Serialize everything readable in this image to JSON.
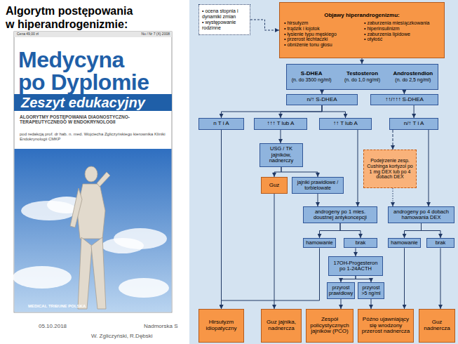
{
  "diagram": {
    "title": "Algorytm postępowania w hiperandrogenizmie:",
    "nodes": [
      {
        "text": [
          "• ocena stopnia i dynamiki zmian",
          "• występowanie rodzinne"
        ]
      },
      {
        "text": [
          "Objawy hiperandrogenizmu:",
          "• hirsutyzm",
          "• trądzik i łojotok",
          "• łysienie typu męskiego",
          "• przerost łechtaczki",
          "• obniżenie tonu głosu",
          "• zaburzenia miesiączkowania",
          "• hiperinsulinizm",
          "• zaburzenia lipidowe",
          "• otyłość"
        ]
      },
      {
        "text": [
          "S-DHEA",
          "(n. do 3500 ng/ml)",
          "Testosteron",
          "(n. do 1,0 ng/ml)",
          "Androstendion",
          "(n. do 2,5 ng/ml)"
        ]
      },
      {
        "text": [
          "n/↑ S-DHEA"
        ]
      },
      {
        "text": [
          "↑↑/↑↑↑ S-DHEA"
        ]
      },
      {
        "text": [
          "n T i A"
        ]
      },
      {
        "text": [
          "↑↑↑ T lub A"
        ]
      },
      {
        "text": [
          "↑↑ T lub A"
        ]
      },
      {
        "text": [
          "n/↑ T i A"
        ]
      },
      {
        "text": [
          "USG / TK",
          "jajników, nadnerczy"
        ]
      },
      {
        "text": [
          "Podejrzenie zesp. Cushinga kortyzol po 1 mg DEX lub po 4 dobach DEX"
        ]
      },
      {
        "text": [
          "Guz"
        ]
      },
      {
        "text": [
          "jajniki prawidłowe / torbielowate"
        ]
      },
      {
        "text": [
          "androgeny po 1 mies. doustnej antykoncepcji"
        ]
      },
      {
        "text": [
          "androgeny po 4 dobach hamowania DEX"
        ]
      },
      {
        "text": [
          "hamowanie"
        ]
      },
      {
        "text": [
          "brak"
        ]
      },
      {
        "text": [
          "hamowanie"
        ]
      },
      {
        "text": [
          "brak"
        ]
      },
      {
        "text": [
          "17OH-Progesteron po 1-24ACTH"
        ]
      },
      {
        "text": [
          "przyrost prawidłowy"
        ]
      },
      {
        "text": [
          "przyrost >5 ng/ml"
        ]
      },
      {
        "text": [
          "Hirsutyzm idiopatyczny"
        ]
      },
      {
        "text": [
          "Guz jajnika, nadnercza"
        ]
      },
      {
        "text": [
          "Zespół policystycznych jajników (PCO)"
        ]
      },
      {
        "text": [
          "Późno ujawniający się wrodzony przerost nadnercza"
        ]
      },
      {
        "text": [
          "Guz nadnercza"
        ]
      }
    ],
    "edges": [
      {
        "from": 0,
        "to": 1,
        "arrow": "to"
      },
      {
        "from": 1,
        "to": 2,
        "arrow": "to"
      },
      {
        "from": 2,
        "to": 3,
        "arrow": "to"
      },
      {
        "from": 2,
        "to": 4,
        "arrow": "to"
      },
      {
        "from": 3,
        "to": 5,
        "arrow": "to"
      },
      {
        "from": 3,
        "to": 6,
        "arrow": "to"
      },
      {
        "from": 3,
        "to": 7,
        "arrow": "to"
      },
      {
        "from": 4,
        "to": 8,
        "arrow": "to"
      },
      {
        "from": 5,
        "to": 22,
        "arrow": "to"
      },
      {
        "from": 6,
        "to": 9,
        "arrow": "to"
      },
      {
        "from": 9,
        "to": 11,
        "arrow": "to"
      },
      {
        "from": 9,
        "to": 12,
        "arrow": "to"
      },
      {
        "from": 11,
        "to": 23,
        "arrow": "to"
      },
      {
        "from": 12,
        "to": 13,
        "arrow": "to"
      },
      {
        "from": 7,
        "to": 13,
        "arrow": "to"
      },
      {
        "from": 8,
        "to": 10,
        "arrow": "to"
      },
      {
        "from": 10,
        "to": 14,
        "arrow": "to"
      },
      {
        "from": 8,
        "to": 14,
        "arrow": "to"
      },
      {
        "from": 13,
        "to": 15,
        "arrow": "to"
      },
      {
        "from": 13,
        "to": 16,
        "arrow": "to"
      },
      {
        "from": 15,
        "to": 22,
        "arrow": "to"
      },
      {
        "from": 16,
        "to": 19,
        "arrow": "to"
      },
      {
        "from": 19,
        "to": 20,
        "arrow": "to"
      },
      {
        "from": 19,
        "to": 21,
        "arrow": "to"
      },
      {
        "from": 20,
        "to": 24,
        "arrow": "to"
      },
      {
        "from": 21,
        "to": 25,
        "arrow": "to"
      },
      {
        "from": 14,
        "to": 17,
        "arrow": "to"
      },
      {
        "from": 14,
        "to": 18,
        "arrow": "to"
      },
      {
        "from": 17,
        "to": 25,
        "arrow": "to"
      },
      {
        "from": 18,
        "to": 26,
        "arrow": "to"
      }
    ],
    "labels": [
      "Cena 49,00 zł",
      "Nu / Nr 7 (X) 2008",
      "Medycyna",
      "po Dyplomie",
      "Zeszyt edukacyjny",
      "ALGORYTMY POSTĘPOWANIA DIAGNOSTYCZNO-TERAPEUTYCZNEGO W ENDOKRYNOLOGII",
      "pod redakcją prof. dr hab. n. med. Wojciecha Zgliczyńskiego kierownika Kliniki Endokrynologii CMKP",
      "MEDICAL TRIBUNE POLSKA",
      "05.10.2018",
      "Nadmorska S",
      "W. Zgliczyński, R.Dębski"
    ]
  }
}
